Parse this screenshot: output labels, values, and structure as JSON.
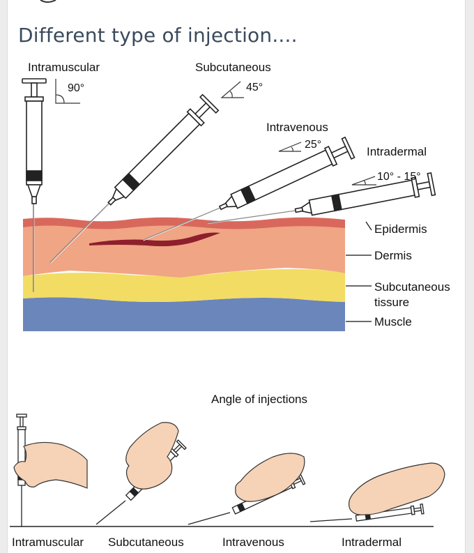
{
  "header": {
    "title": "Different type of injection...."
  },
  "top_diagram": {
    "injections": [
      {
        "name": "Intramuscular",
        "angle": "90°"
      },
      {
        "name": "Subcutaneous",
        "angle": "45°"
      },
      {
        "name": "Intravenous",
        "angle": "25°"
      },
      {
        "name": "Intradermal",
        "angle": "10° - 15°"
      }
    ],
    "layers": {
      "epidermis": "Epidermis",
      "dermis": "Dermis",
      "subcutaneous_line1": "Subcutaneous",
      "subcutaneous_line2": "tissure",
      "muscle": "Muscle"
    },
    "colors": {
      "epidermis": "#d9685c",
      "dermis": "#f0a585",
      "subcutaneous": "#f2dc63",
      "muscle": "#6b86bb",
      "vein": "#8e1f2c"
    }
  },
  "bottom_diagram": {
    "title": "Angle of injections",
    "labels": [
      "Intramuscular",
      "Subcutaneous",
      "Intravenous",
      "Intradermal"
    ]
  }
}
